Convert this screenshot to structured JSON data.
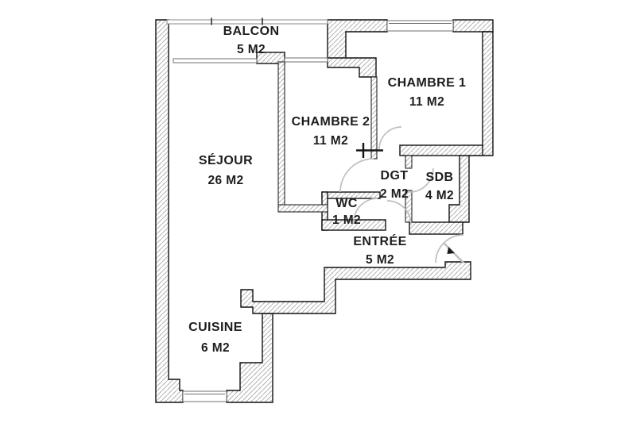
{
  "colors": {
    "wall-line": "#111111",
    "hatch": "#b5b5b5",
    "door-arc": "#bfbfbf",
    "window-line": "#6f6f6f",
    "text": "#1d1d1f",
    "bg": "#ffffff"
  },
  "plan": {
    "type": "apartment-floor-plan",
    "unit_label": "M2",
    "rooms": [
      {
        "id": "balcon",
        "name": "BALCON",
        "area": "5 M2"
      },
      {
        "id": "chambre1",
        "name": "CHAMBRE 1",
        "area": "11 M2"
      },
      {
        "id": "chambre2",
        "name": "CHAMBRE 2",
        "area": "11 M2"
      },
      {
        "id": "sejour",
        "name": "SÉJOUR",
        "area": "26 M2"
      },
      {
        "id": "dgt",
        "name": "DGT",
        "area": "2 M2"
      },
      {
        "id": "sdb",
        "name": "SDB",
        "area": "4 M2"
      },
      {
        "id": "wc",
        "name": "WC",
        "area": "1 M2"
      },
      {
        "id": "entree",
        "name": "ENTRÉE",
        "area": "5 M2"
      },
      {
        "id": "cuisine",
        "name": "CUISINE",
        "area": "6 M2"
      }
    ]
  }
}
